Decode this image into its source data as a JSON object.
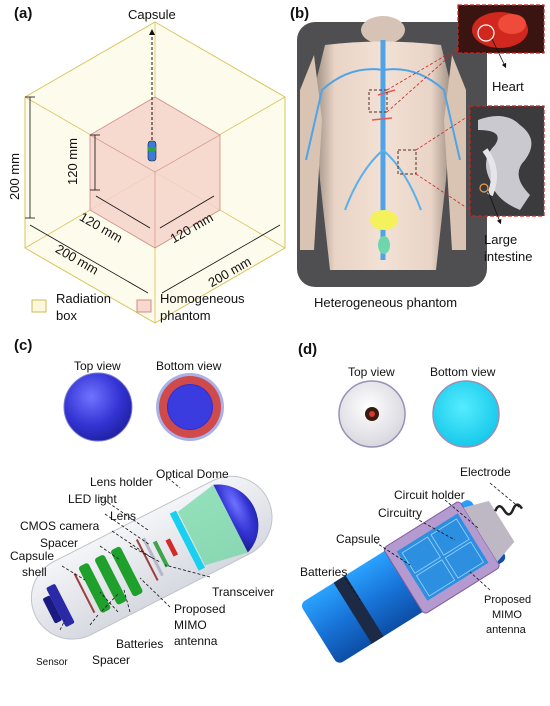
{
  "panels": {
    "a": {
      "letter": "(a)",
      "capsule_label": "Capsule",
      "dim_box_height": "200 mm",
      "dim_inner_height": "120 mm",
      "dim_inner_width_left": "120 mm",
      "dim_inner_width_right": "120 mm",
      "dim_box_width_left": "200 mm",
      "dim_box_width_right": "200 mm",
      "legend": [
        {
          "label_line1": "Radiation",
          "label_line2": "box",
          "color": "#fbf7dc",
          "border": "#cdbb55"
        },
        {
          "label_line1": "Homogeneous",
          "label_line2": "phantom",
          "color": "#f7d7cf",
          "border": "#cf8d85"
        }
      ]
    },
    "b": {
      "letter": "(b)",
      "heart_label": "Heart",
      "intestine_line1": "Large",
      "intestine_line2": "intestine",
      "caption": "Heterogeneous phantom"
    },
    "c": {
      "letter": "(c)",
      "top_view": "Top view",
      "bottom_view": "Bottom view",
      "labels": {
        "optical_dome": "Optical Dome",
        "lens_holder": "Lens holder",
        "led_light": "LED light",
        "lens": "Lens",
        "cmos_camera": "CMOS camera",
        "spacer_top": "Spacer",
        "capsule_line1": "Capsule",
        "capsule_line2": "shell",
        "transceiver": "Transceiver",
        "mimo_line1": "Proposed",
        "mimo_line2": "MIMO",
        "mimo_line3": "antenna",
        "batteries": "Batteries",
        "sensor": "Sensor",
        "spacer_bottom": "Spacer"
      }
    },
    "d": {
      "letter": "(d)",
      "top_view": "Top view",
      "bottom_view": "Bottom view",
      "labels": {
        "electrode": "Electrode",
        "circuit_holder": "Circuit holder",
        "circuitry": "Circuitry",
        "capsule": "Capsule",
        "batteries": "Batteries",
        "mimo_line1": "Proposed",
        "mimo_line2": "MIMO",
        "mimo_line3": "antenna"
      }
    }
  },
  "colors": {
    "box_edge": "#d9c45c",
    "phantom_fill": "#f5d2ca",
    "dome_blue": "#3e3fd8",
    "battery_green": "#1fa02c",
    "cyan": "#1fd7f2",
    "capsule_blue": "#1a72d8",
    "dark_band": "#1c2a45"
  }
}
